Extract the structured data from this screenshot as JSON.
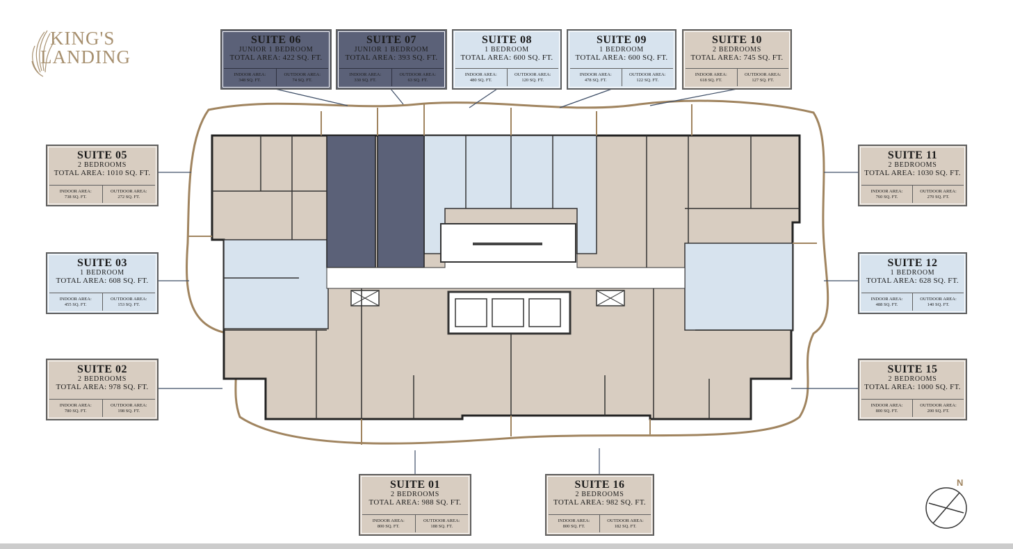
{
  "brand": {
    "line1": "KING'S",
    "line2": "LANDING"
  },
  "colors": {
    "tan": "#d8cdc1",
    "blue": "#d7e3ee",
    "slate": "#5b6178",
    "balcony": "#a0845f",
    "border": "#5f5f5f"
  },
  "suites": [
    {
      "id": "s06",
      "name": "SUITE 06",
      "type": "JUNIOR 1 BEDROOM",
      "total": "TOTAL AREA: 422 SQ. FT.",
      "indoor_label": "INDOOR AREA:",
      "indoor": "348 SQ. FT.",
      "outdoor_label": "OUTDOOR AREA:",
      "outdoor": "74 SQ. FT.",
      "color": "slate"
    },
    {
      "id": "s07",
      "name": "SUITE 07",
      "type": "JUNIOR 1 BEDROOM",
      "total": "TOTAL AREA: 393 SQ. FT.",
      "indoor_label": "INDOOR AREA:",
      "indoor": "330 SQ. FT.",
      "outdoor_label": "OUTDOOR AREA:",
      "outdoor": "63 SQ. FT.",
      "color": "slate"
    },
    {
      "id": "s08",
      "name": "SUITE 08",
      "type": "1 BEDROOM",
      "total": "TOTAL AREA: 600 SQ. FT.",
      "indoor_label": "INDOOR AREA:",
      "indoor": "480 SQ. FT.",
      "outdoor_label": "OUTDOOR AREA:",
      "outdoor": "120 SQ. FT.",
      "color": "blue"
    },
    {
      "id": "s09",
      "name": "SUITE 09",
      "type": "1 BEDROOM",
      "total": "TOTAL AREA: 600 SQ. FT.",
      "indoor_label": "INDOOR AREA:",
      "indoor": "478 SQ. FT.",
      "outdoor_label": "OUTDOOR AREA:",
      "outdoor": "122 SQ. FT.",
      "color": "blue"
    },
    {
      "id": "s10",
      "name": "SUITE 10",
      "type": "2 BEDROOMS",
      "total": "TOTAL AREA: 745 SQ. FT.",
      "indoor_label": "INDOOR AREA:",
      "indoor": "618 SQ. FT.",
      "outdoor_label": "OUTDOOR AREA:",
      "outdoor": "127 SQ. FT.",
      "color": "tan"
    },
    {
      "id": "s05",
      "name": "SUITE 05",
      "type": "2 BEDROOMS",
      "total": "TOTAL AREA: 1010 SQ. FT.",
      "indoor_label": "INDOOR AREA:",
      "indoor": "738 SQ. FT.",
      "outdoor_label": "OUTDOOR AREA:",
      "outdoor": "272 SQ. FT.",
      "color": "tan"
    },
    {
      "id": "s03",
      "name": "SUITE 03",
      "type": "1 BEDROOM",
      "total": "TOTAL AREA: 608 SQ. FT.",
      "indoor_label": "INDOOR AREA:",
      "indoor": "455 SQ. FT.",
      "outdoor_label": "OUTDOOR AREA:",
      "outdoor": "153 SQ. FT.",
      "color": "blue"
    },
    {
      "id": "s02",
      "name": "SUITE 02",
      "type": "2 BEDROOMS",
      "total": "TOTAL AREA: 978 SQ. FT.",
      "indoor_label": "INDOOR AREA:",
      "indoor": "780 SQ. FT.",
      "outdoor_label": "OUTDOOR AREA:",
      "outdoor": "198 SQ. FT.",
      "color": "tan"
    },
    {
      "id": "s11",
      "name": "SUITE 11",
      "type": "2 BEDROOMS",
      "total": "TOTAL AREA: 1030 SQ. FT.",
      "indoor_label": "INDOOR AREA:",
      "indoor": "760 SQ. FT.",
      "outdoor_label": "OUTDOOR AREA:",
      "outdoor": "270 SQ. FT.",
      "color": "tan"
    },
    {
      "id": "s12",
      "name": "SUITE 12",
      "type": "1 BEDROOM",
      "total": "TOTAL AREA: 628 SQ. FT.",
      "indoor_label": "INDOOR AREA:",
      "indoor": "488 SQ. FT.",
      "outdoor_label": "OUTDOOR AREA:",
      "outdoor": "140 SQ. FT.",
      "color": "blue"
    },
    {
      "id": "s15",
      "name": "SUITE 15",
      "type": "2 BEDROOMS",
      "total": "TOTAL AREA: 1000 SQ. FT.",
      "indoor_label": "INDOOR AREA:",
      "indoor": "800 SQ. FT.",
      "outdoor_label": "OUTDOOR AREA:",
      "outdoor": "200 SQ. FT.",
      "color": "tan"
    },
    {
      "id": "s01",
      "name": "SUITE 01",
      "type": "2 BEDROOMS",
      "total": "TOTAL AREA: 988 SQ. FT.",
      "indoor_label": "INDOOR AREA:",
      "indoor": "800 SQ. FT.",
      "outdoor_label": "OUTDOOR AREA:",
      "outdoor": "188 SQ. FT.",
      "color": "tan"
    },
    {
      "id": "s16",
      "name": "SUITE 16",
      "type": "2 BEDROOMS",
      "total": "TOTAL AREA: 982 SQ. FT.",
      "indoor_label": "INDOOR AREA:",
      "indoor": "800 SQ. FT.",
      "outdoor_label": "OUTDOOR AREA:",
      "outdoor": "182 SQ. FT.",
      "color": "tan"
    }
  ],
  "compass": {
    "label": "N",
    "icon": "compass-icon"
  }
}
